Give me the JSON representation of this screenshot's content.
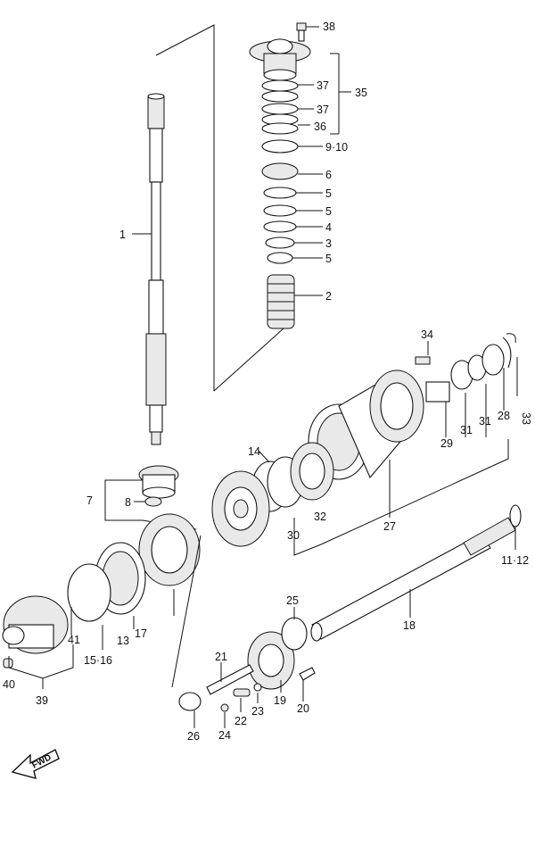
{
  "diagram": {
    "callouts": {
      "c38": "38",
      "c35": "35",
      "c37a": "37",
      "c37b": "37",
      "c36": "36",
      "c9_10": "9·10",
      "c6": "6",
      "c5a": "5",
      "c5b": "5",
      "c4": "4",
      "c3": "3",
      "c5c": "5",
      "c2": "2",
      "c1": "1",
      "c34": "34",
      "c33": "33",
      "c28": "28",
      "c31a": "31",
      "c31b": "31",
      "c29": "29",
      "c14": "14",
      "c7": "7",
      "c8": "8",
      "c32": "32",
      "c30": "30",
      "c27": "27",
      "c11_12": "11·12",
      "c25": "25",
      "c18": "18",
      "c41": "41",
      "c15_16": "15·16",
      "c13": "13",
      "c17": "17",
      "c40": "40",
      "c39": "39",
      "c21": "21",
      "c19": "19",
      "c20": "20",
      "c23": "23",
      "c22": "22",
      "c26": "26",
      "c24": "24"
    },
    "fwd_marker": "FWD"
  }
}
